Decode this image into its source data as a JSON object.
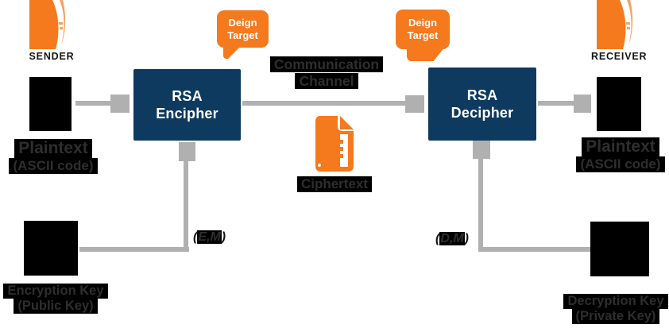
{
  "colors": {
    "orange": "#F5791D",
    "orange_light": "#F9A05C",
    "navy": "#0D3A5E",
    "gray": "#B0B0B0",
    "black": "#000000",
    "faint": "#2E2E2E"
  },
  "sender": {
    "label": "SENDER"
  },
  "receiver": {
    "label": "RECEIVER"
  },
  "plaintext_left": {
    "title": "Plaintext",
    "subtitle": "(ASCII code)"
  },
  "plaintext_right": {
    "title": "Plaintext",
    "subtitle": "(ASCII code)"
  },
  "encipher": {
    "line1": "RSA",
    "line2": "Encipher"
  },
  "decipher": {
    "line1": "RSA",
    "line2": "Decipher"
  },
  "bubble_left": {
    "line1": "Deign",
    "line2": "Target"
  },
  "bubble_right": {
    "line1": "Deign",
    "line2": "Target"
  },
  "channel": {
    "line1": "Communication",
    "line2": "Channel"
  },
  "ciphertext": {
    "label": "Ciphertext"
  },
  "encryption_key": {
    "title": "Encryption Key",
    "subtitle": "(Public Key)",
    "pair_open": "(",
    "pair_inner": "E,M",
    "pair_close": ")"
  },
  "decryption_key": {
    "title": "Decryption Key",
    "subtitle": "(Private Key)",
    "pair_open": "(",
    "pair_inner": "D,M",
    "pair_close": ")"
  },
  "icons": {
    "sender": "person-badge-icon",
    "receiver": "person-badge-icon",
    "ciphertext": "encrypted-document-icon"
  }
}
